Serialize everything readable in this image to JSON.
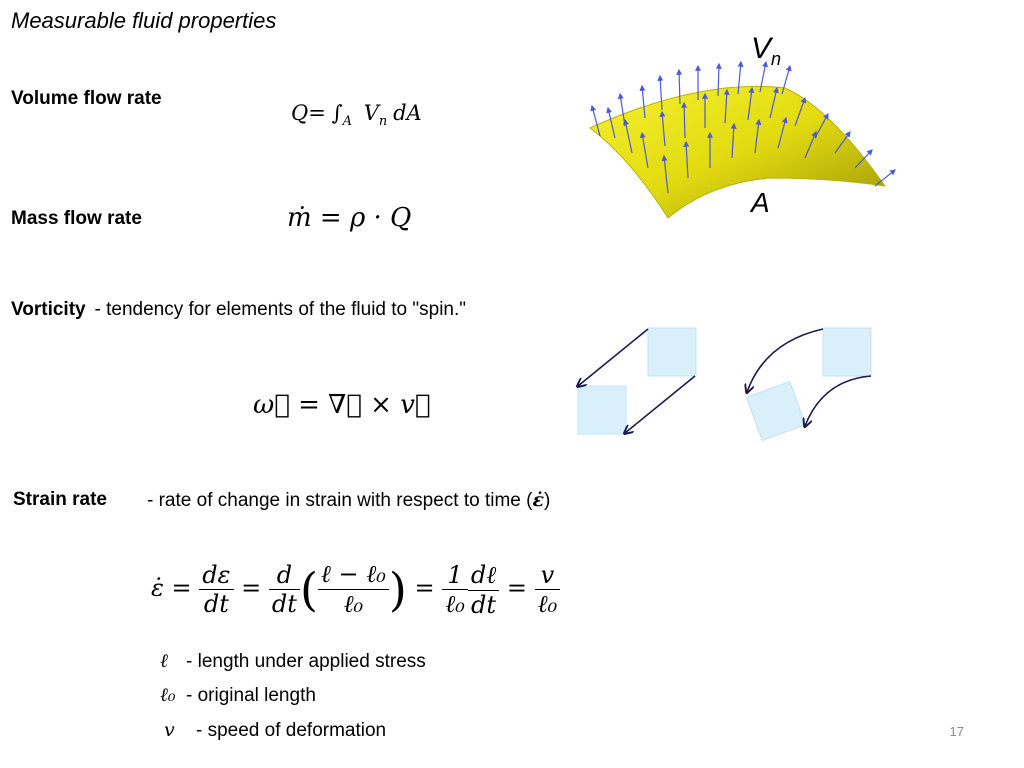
{
  "slide_title": "Measurable fluid properties",
  "volume_flow": {
    "label": "Volume flow rate",
    "eq_lhs": "Q",
    "eq_eq": "=",
    "eq_int": "∫",
    "eq_sub": "A",
    "eq_v": "V",
    "eq_vsub": "n",
    "eq_da": "dA"
  },
  "mass_flow": {
    "label": "Mass flow rate",
    "eq": "ṁ = ρ · Q"
  },
  "vorticity": {
    "label": "Vorticity",
    "desc": "- tendency for elements of the fluid to \"spin.\"",
    "eq": "ω⃗ = ∇⃗ × v⃗"
  },
  "strain_rate": {
    "label": "Strain rate",
    "desc": "- rate of change in strain with respect to time (",
    "desc_symbol": "ε̇",
    "desc_end": ")",
    "eq": {
      "lhs": "ε̇",
      "eq": "=",
      "f1_num": "dε",
      "f1_den": "dt",
      "f2_num": "d",
      "f2_den": "dt",
      "paren_num": "ℓ − ℓ₀",
      "paren_den": "ℓ₀",
      "f3_num": "1",
      "f3_den": "ℓ₀",
      "f4_num": "dℓ",
      "f4_den": "dt",
      "f5_num": "v",
      "f5_den": "ℓ₀"
    }
  },
  "legend": [
    {
      "symbol": "ℓ",
      "text": "- length under applied stress"
    },
    {
      "symbol": "ℓ₀",
      "text": "- original length"
    },
    {
      "symbol": "v",
      "text": "- speed of deformation"
    }
  ],
  "figure": {
    "vn_label": "V",
    "vn_sub": "n",
    "a_label": "A",
    "surface_color": "#e6e00f",
    "arrow_color": "#4a5ad8",
    "square_color": "#d9f0fb",
    "rot_arrow_color": "#1a1a4a"
  },
  "slide_number": "17"
}
